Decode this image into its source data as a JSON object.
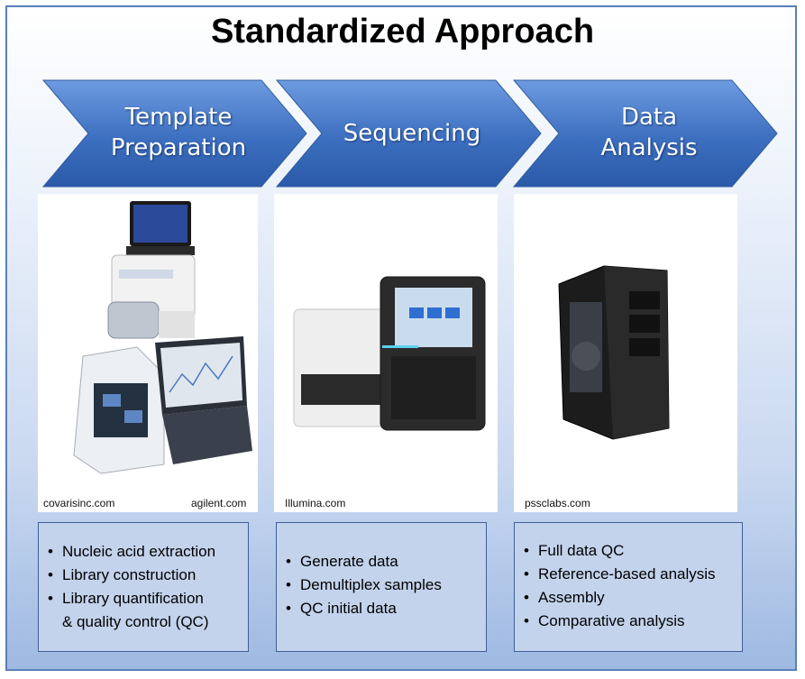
{
  "title": "Standardized Approach",
  "steps": [
    {
      "label_lines": [
        "Template",
        "Preparation"
      ],
      "credits": [
        "covarisinc.com",
        "agilent.com"
      ],
      "items": [
        "Nucleic acid extraction",
        "Library construction",
        "Library quantification",
        "& quality control (QC)"
      ]
    },
    {
      "label_lines": [
        "Sequencing"
      ],
      "credits": [
        "Illumina.com"
      ],
      "items": [
        "Generate data",
        "Demultiplex samples",
        "QC initial data"
      ]
    },
    {
      "label_lines": [
        "Data",
        "Analysis"
      ],
      "credits": [
        "pssclabs.com"
      ],
      "items": [
        "Full data QC",
        "Reference-based analysis",
        "Assembly",
        "Comparative analysis"
      ]
    }
  ],
  "bullet": "•",
  "colors": {
    "arrow_light": "#6d9be0",
    "arrow_dark": "#2a5aa8",
    "frame_border": "#5b7fb8",
    "list_bg": "#c3d3ec"
  }
}
